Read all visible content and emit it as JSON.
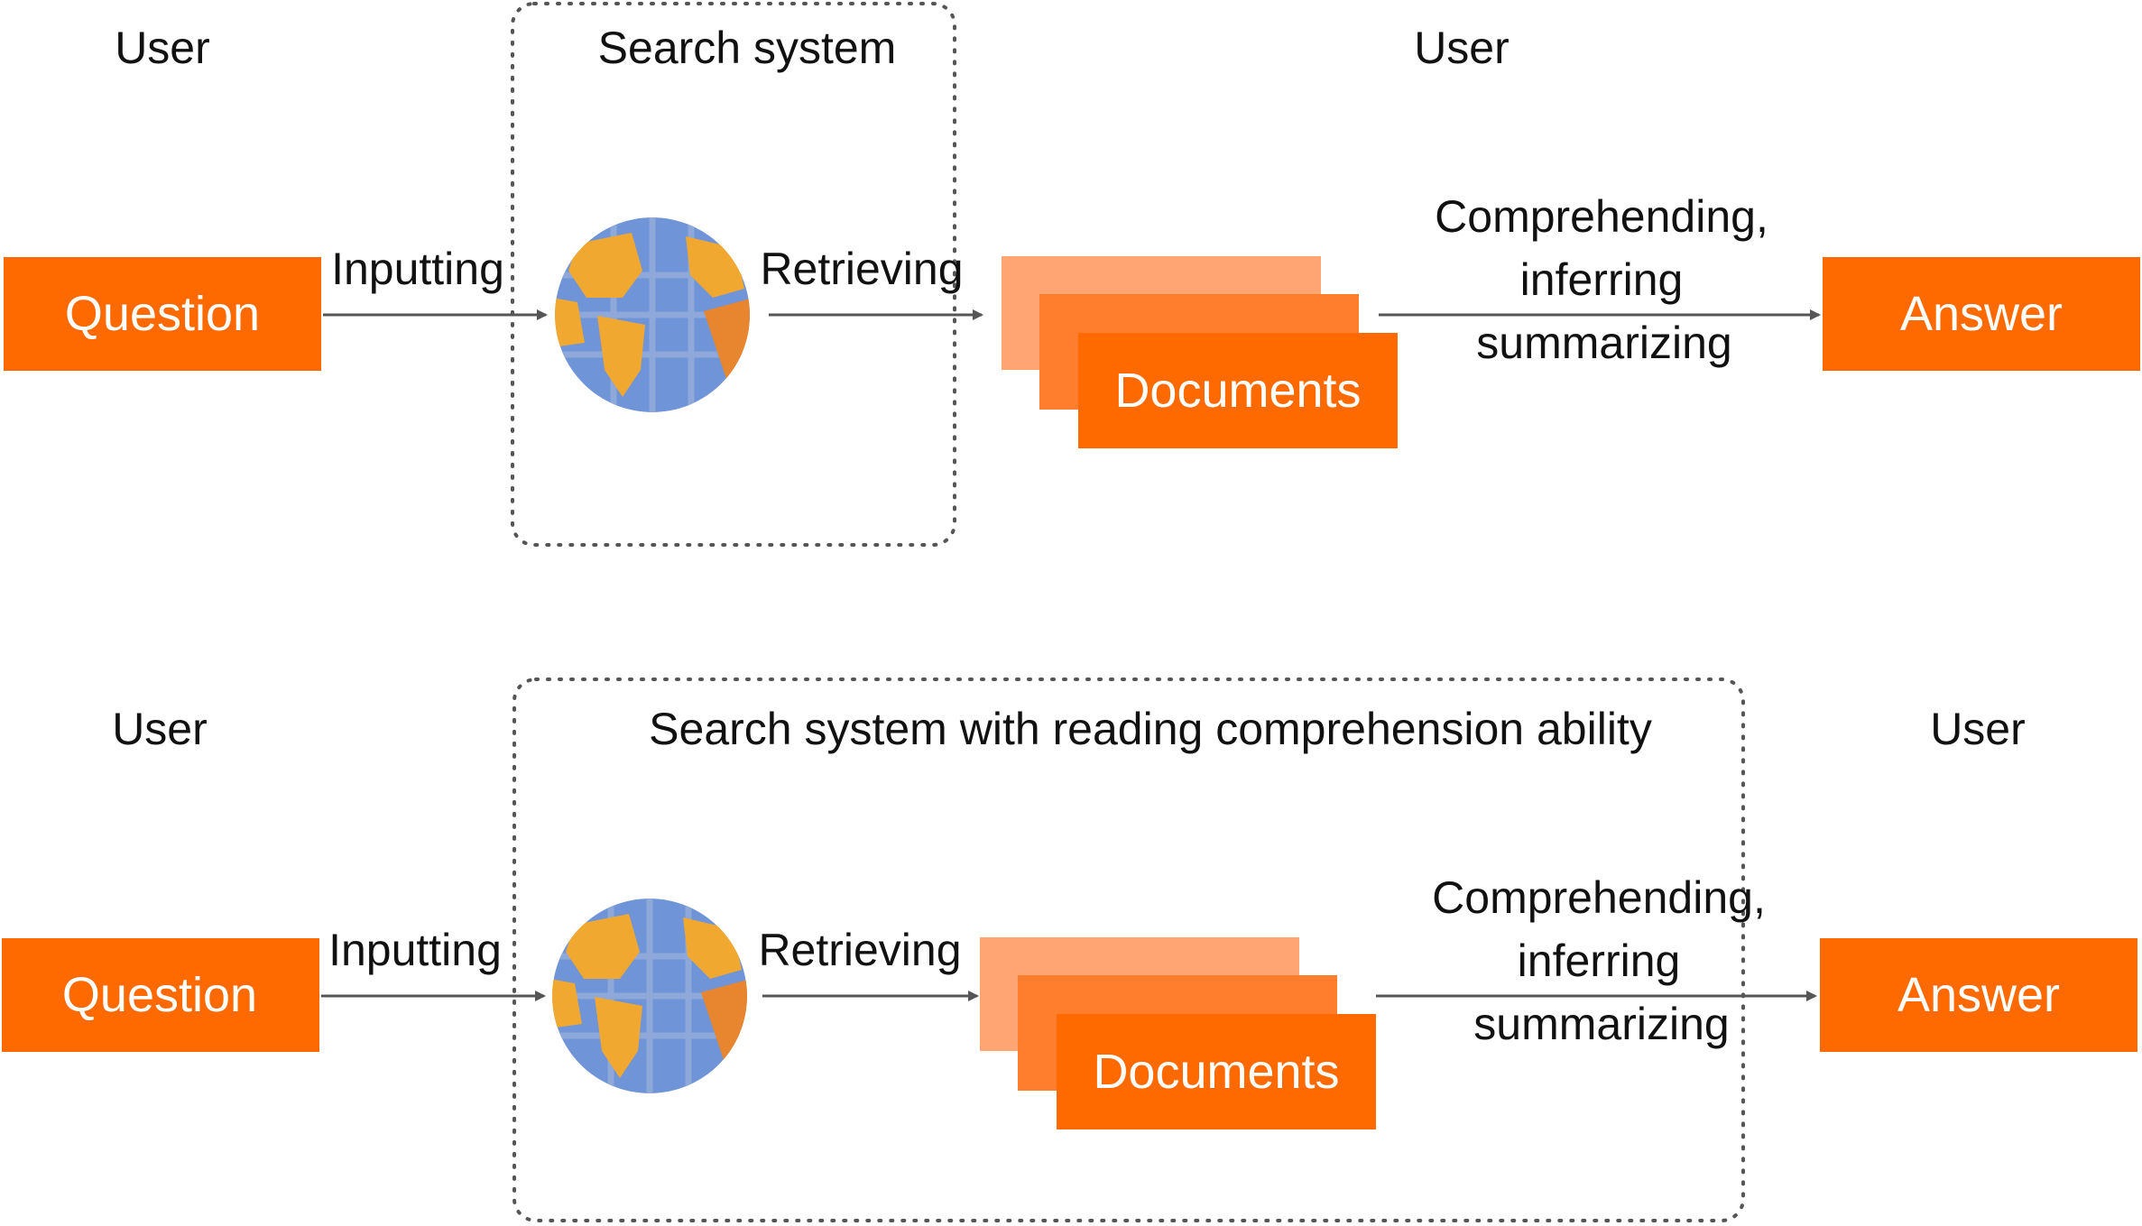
{
  "colors": {
    "accent": "#ff6a00",
    "accent_mid": "#ff7e2e",
    "accent_light": "#ffa574",
    "arrow": "#555555",
    "dotted": "#555555",
    "globe_ocean": "#6f94d8",
    "globe_land": "#f0a830",
    "globe_grid": "#8ea9d9"
  },
  "top": {
    "user_left": "User",
    "system_title": "Search system",
    "user_right": "User",
    "question": "Question",
    "inputting": "Inputting",
    "retrieving": "Retrieving",
    "documents": "Documents",
    "process_lines": [
      "Comprehending,",
      "inferring",
      "summarizing"
    ],
    "answer": "Answer"
  },
  "bottom": {
    "user_left": "User",
    "system_title": "Search system with reading comprehension ability",
    "user_right": "User",
    "question": "Question",
    "inputting": "Inputting",
    "retrieving": "Retrieving",
    "documents": "Documents",
    "process_lines": [
      "Comprehending,",
      "inferring",
      "summarizing"
    ],
    "answer": "Answer"
  },
  "icons": [
    "globe-icon"
  ]
}
